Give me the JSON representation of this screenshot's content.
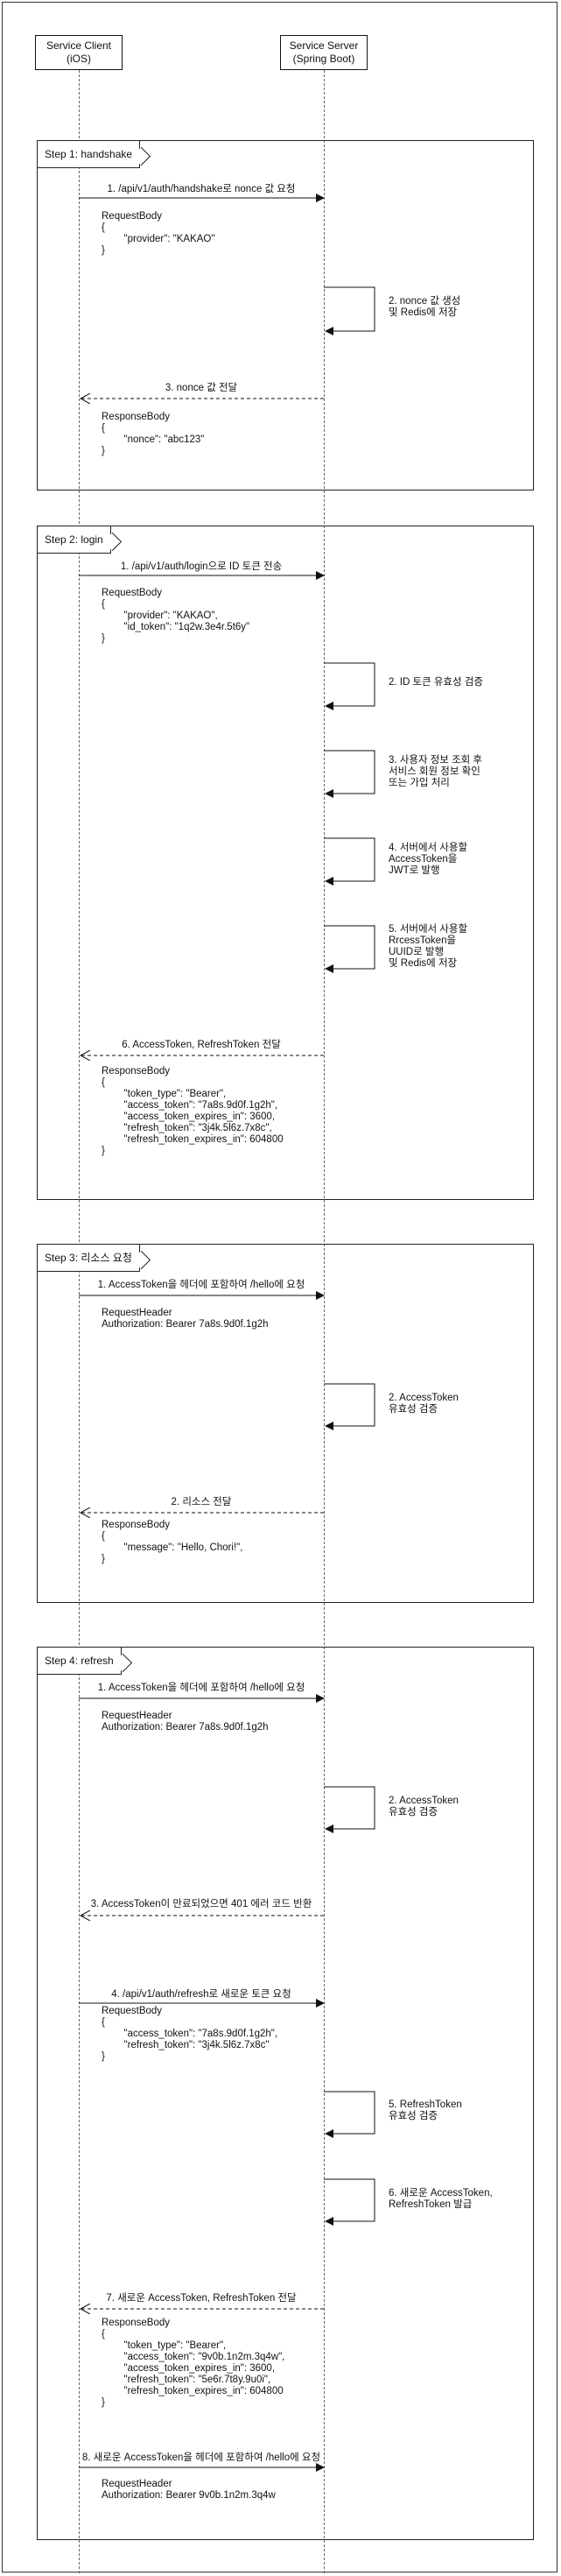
{
  "actors": {
    "client": "Service Client\n(iOS)",
    "server": "Service Server\n(Spring Boot)"
  },
  "steps": [
    {
      "title": "Step 1: handshake",
      "items": [
        {
          "kind": "req",
          "label": "1. /api/v1/auth/handshake로 nonce 값 요청",
          "body": "RequestBody\n{\n        \"provider\": \"KAKAO\"\n}"
        },
        {
          "kind": "self",
          "label": "2. nonce 값 생성\n및 Redis에 저장"
        },
        {
          "kind": "res",
          "label": "3. nonce 값 전달",
          "body": "ResponseBody\n{\n        \"nonce\": \"abc123\"\n}"
        }
      ]
    },
    {
      "title": "Step 2: login",
      "items": [
        {
          "kind": "req",
          "label": "1. /api/v1/auth/login으로 ID 토큰 전송",
          "body": "RequestBody\n{\n        \"provider\": \"KAKAO\",\n        \"id_token\": \"1q2w.3e4r.5t6y\"\n}"
        },
        {
          "kind": "self",
          "label": "2. ID 토큰 유효성 검증"
        },
        {
          "kind": "self",
          "label": "3. 사용자 정보 조회 후\n서비스 회원 정보 확인\n또는 가입 처리"
        },
        {
          "kind": "self",
          "label": "4. 서버에서 사용할\nAccessToken을\nJWT로 발행"
        },
        {
          "kind": "self",
          "label": "5. 서버에서 사용할\nRrcessToken을\nUUID로 발행\n및 Redis에 저장"
        },
        {
          "kind": "res",
          "label": "6. AccessToken, RefreshToken 전달",
          "body": "ResponseBody\n{\n        \"token_type\": \"Bearer\",\n        \"access_token\": \"7a8s.9d0f.1g2h\",\n        \"access_token_expires_in\": 3600,\n        \"refresh_token\": \"3j4k.5l6z.7x8c\",\n        \"refresh_token_expires_in\": 604800\n}"
        }
      ]
    },
    {
      "title": "Step 3: 리소스 요청",
      "items": [
        {
          "kind": "req",
          "label": "1. AccessToken을 헤더에 포함하여 /hello에 요청",
          "body": "RequestHeader\nAuthorization: Bearer 7a8s.9d0f.1g2h"
        },
        {
          "kind": "self",
          "label": "2. AccessToken\n유효성 검증"
        },
        {
          "kind": "res",
          "label": "2. 리소스 전달",
          "body": "ResponseBody\n{\n        \"message\": \"Hello, Chori!\",\n}"
        }
      ]
    },
    {
      "title": "Step 4: refresh",
      "items": [
        {
          "kind": "req",
          "label": "1. AccessToken을 헤더에 포함하여 /hello에 요청",
          "body": "RequestHeader\nAuthorization: Bearer 7a8s.9d0f.1g2h"
        },
        {
          "kind": "self",
          "label": "2. AccessToken\n유효성 검증"
        },
        {
          "kind": "res",
          "label": "3. AccessToken이 만료되었으면 401 에러 코드 반환",
          "body": ""
        },
        {
          "kind": "req",
          "label": "4. /api/v1/auth/refresh로 새로운 토큰 요청",
          "body": "RequestBody\n{\n        \"access_token\": \"7a8s.9d0f.1g2h\",\n        \"refresh_token\": \"3j4k.5l6z.7x8c\"\n}"
        },
        {
          "kind": "self",
          "label": "5. RefreshToken\n유효성 검증"
        },
        {
          "kind": "self",
          "label": "6. 새로운 AccessToken,\nRefreshToken 발급"
        },
        {
          "kind": "res",
          "label": "7. 새로운 AccessToken, RefreshToken 전달",
          "body": "ResponseBody\n{\n        \"token_type\": \"Bearer\",\n        \"access_token\": \"9v0b.1n2m.3q4w\",\n        \"access_token_expires_in\": 3600,\n        \"refresh_token\": \"5e6r.7t8y.9u0i\",\n        \"refresh_token_expires_in\": 604800\n}"
        },
        {
          "kind": "req",
          "label": "8. 새로운 AccessToken을 헤더에 포함하여 /hello에 요청",
          "body": "RequestHeader\nAuthorization: Bearer 9v0b.1n2m.3q4w"
        }
      ]
    }
  ]
}
